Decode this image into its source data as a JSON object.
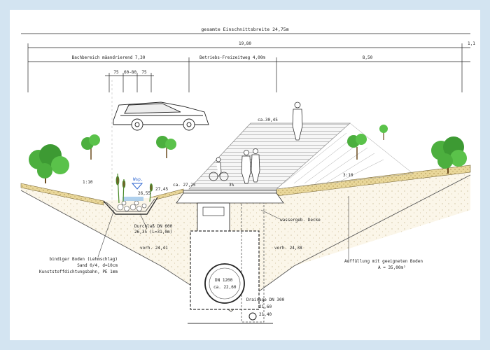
{
  "dimensions": {
    "overall": "gesamte Einschnittsbreite 24,75m",
    "sub_total": "19,80",
    "edge": "1,1",
    "bach": "Bachbereich mäandrierend 7,30",
    "weg": "Betriebs-Freizeitweg 4,00m",
    "right": "8,50",
    "d75a": "75",
    "d6080": "60-80",
    "d75b": "75"
  },
  "levels": {
    "top": "ca.30,45",
    "wsp": "Wsp.",
    "l2655": "26,55",
    "l2745": "27,45",
    "l2725": "ca. 27,25",
    "slope_left": "1:10",
    "slope_mid": "3%",
    "slope_right": "3:10",
    "vorh_left": "vorh. 24,41",
    "vorh_right": "vorh. 24,38"
  },
  "labels": {
    "durchlass": "Durchlaß DN 600",
    "durchlass_level": "26,35 (L=31,0m)",
    "decke": "wassergeb. Decke",
    "boden1": "bindiger Boden (Lehmschlag)",
    "boden2": "Sand 0/4, d=10cm",
    "boden3": "Kunststoffdichtungsbahn, PE 1mm",
    "fill1": "Auffüllung mit geeigneten Boden",
    "fill2": "A = 35,00m²",
    "pipe1": "DN 1200",
    "pipe2": "ca. 22,60",
    "drain1": "Drainage DN 300",
    "drain2": "21,60",
    "drain3": "21,40"
  },
  "colors": {
    "frame": "#d3e4f1",
    "ground": "#fbf6e9",
    "topsoil": "#e9d79a",
    "tree": "#4caf3e",
    "line": "#333333",
    "blue": "#2e66d0"
  },
  "icons": [
    "car-icon",
    "tree-icon",
    "pedestrian-icon",
    "cyclist-icon",
    "reed-icon"
  ]
}
